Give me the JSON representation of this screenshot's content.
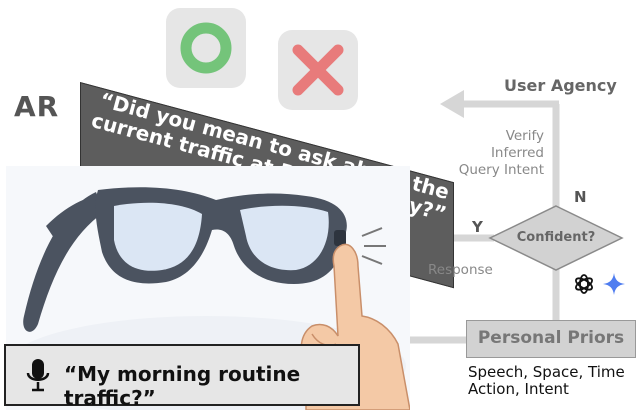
{
  "ar_label": "AR",
  "banner": {
    "line1": "“Did you mean to ask about the",
    "line2": "current traffic at Belt Parkway?”"
  },
  "utterance": "“My morning routine traffic?”",
  "diagram": {
    "user_agency": "User Agency",
    "verify_line1": "Verify",
    "verify_line2": "Inferred",
    "verify_line3": "Query Intent",
    "n_label": "N",
    "y_label": "Y",
    "decision": "Confident?",
    "response": "Response",
    "priors_title": "Personal Priors",
    "priors_line1": "Speech, Space, Time",
    "priors_line2": "Action, Intent"
  },
  "icons": {
    "verify": "green-circle-icon",
    "reject": "red-x-icon",
    "mic": "microphone-icon",
    "llm1": "openai-logo-icon",
    "llm2": "sparkle-logo-icon"
  },
  "colors": {
    "accept_green": "#74c47a",
    "reject_red": "#e87b7b",
    "banner_gray": "#5d5d5d",
    "arrow_gray": "#d6d6d6",
    "sparkle_blue": "#4f7df0"
  }
}
